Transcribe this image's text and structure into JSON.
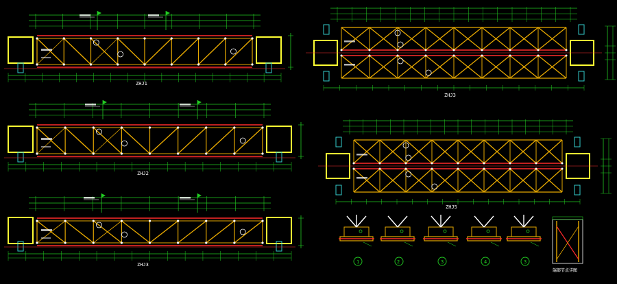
{
  "titles": {
    "zhj1": "ZHJ1",
    "zhj2": "ZHJ2",
    "zhj3": "ZHJ3",
    "zhj4": "ZHJ3",
    "zhj5": "ZHJ5",
    "node_detail": "端部节点详图"
  },
  "node_labels": [
    "1",
    "2",
    "3",
    "4",
    "3"
  ],
  "colors": {
    "background": "#000000",
    "chord": "#ff2a2a",
    "diagonal": "#e6a800",
    "dimension": "#22cc22",
    "column": "#ffff33",
    "bolt": "#33cccc",
    "text": "#ffffff",
    "flag": "#22cc22",
    "centerline": "#ff3333"
  }
}
